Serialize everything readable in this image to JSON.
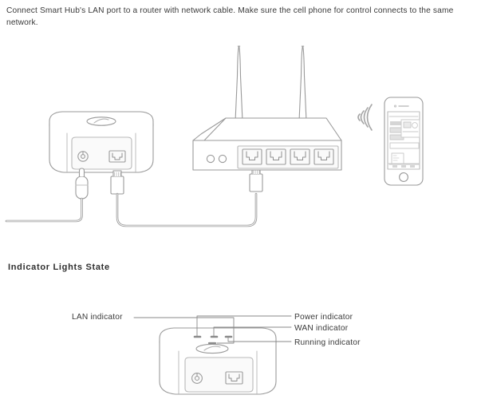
{
  "document": {
    "intro_text": "Connect Smart Hub's LAN port to a router with network cable. Make sure the cell phone for control connects to the same network.",
    "section_heading": "Indicator Lights State"
  },
  "colors": {
    "line": "#9a9a9a",
    "line_dark": "#6f6f6f",
    "fill": "#ffffff",
    "panel_fill": "#fafafa",
    "text": "#3a3a3a",
    "heading": "#2f2f2f",
    "screen_ui": "#c9c9c9"
  },
  "connection_diagram": {
    "devices": [
      {
        "name": "smart-hub",
        "ports": [
          {
            "name": "power-jack",
            "type": "barrel"
          },
          {
            "name": "lan-port",
            "type": "rj45"
          }
        ],
        "cables": [
          {
            "name": "power-cable",
            "connector": "barrel-plug"
          },
          {
            "name": "ethernet-cable",
            "connector": "rj45-plug"
          }
        ]
      },
      {
        "name": "router",
        "antennas": 2,
        "status_leds": 2,
        "lan_ports": 4,
        "ports": [
          {
            "name": "router-port-1",
            "type": "rj45"
          },
          {
            "name": "router-port-2",
            "type": "rj45"
          },
          {
            "name": "router-port-3",
            "type": "rj45"
          },
          {
            "name": "router-port-4",
            "type": "rj45"
          }
        ]
      },
      {
        "name": "smartphone",
        "wifi_arcs": 4,
        "has_home_button": true
      }
    ]
  },
  "indicator_diagram": {
    "left_callouts": [
      {
        "id": "lan",
        "label": "LAN indicator"
      }
    ],
    "right_callouts": [
      {
        "id": "power",
        "label": "Power indicator"
      },
      {
        "id": "wan",
        "label": "WAN indicator"
      },
      {
        "id": "running",
        "label": "Running indicator"
      }
    ],
    "leds": [
      {
        "name": "power-led"
      },
      {
        "name": "wan-led"
      },
      {
        "name": "running-led"
      },
      {
        "name": "lan-led"
      }
    ],
    "device": {
      "name": "smart-hub-front",
      "ports": [
        {
          "name": "power-jack",
          "type": "barrel"
        },
        {
          "name": "lan-port",
          "type": "rj45"
        }
      ]
    }
  }
}
